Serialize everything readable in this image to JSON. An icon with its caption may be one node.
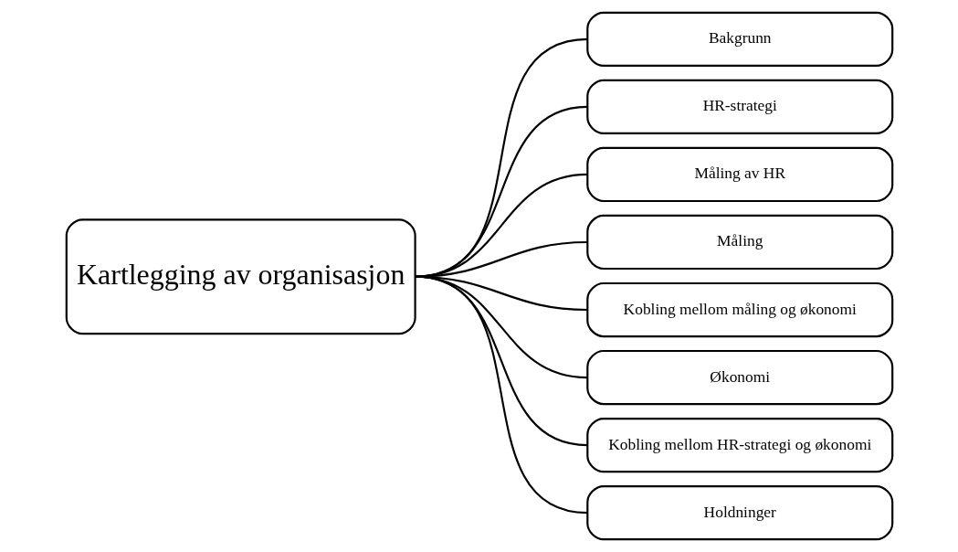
{
  "diagram": {
    "nodes": [
      {
        "text": [
          "Kartlegging av organisasjon"
        ]
      },
      {
        "text": [
          "Bakgrunn"
        ]
      },
      {
        "text": [
          "HR-strategi"
        ]
      },
      {
        "text": [
          "Måling av HR"
        ]
      },
      {
        "text": [
          "Måling"
        ]
      },
      {
        "text": [
          "Kobling mellom måling og økonomi"
        ]
      },
      {
        "text": [
          "Økonomi"
        ]
      },
      {
        "text": [
          "Kobling mellom HR-strategi og økonomi"
        ]
      },
      {
        "text": [
          "Holdninger"
        ]
      }
    ],
    "edges": [
      {
        "from": 0,
        "to": 1,
        "arrow": "none"
      },
      {
        "from": 0,
        "to": 2,
        "arrow": "none"
      },
      {
        "from": 0,
        "to": 3,
        "arrow": "none"
      },
      {
        "from": 0,
        "to": 4,
        "arrow": "none"
      },
      {
        "from": 0,
        "to": 5,
        "arrow": "none"
      },
      {
        "from": 0,
        "to": 6,
        "arrow": "none"
      },
      {
        "from": 0,
        "to": 7,
        "arrow": "none"
      },
      {
        "from": 0,
        "to": 8,
        "arrow": "none"
      }
    ]
  }
}
